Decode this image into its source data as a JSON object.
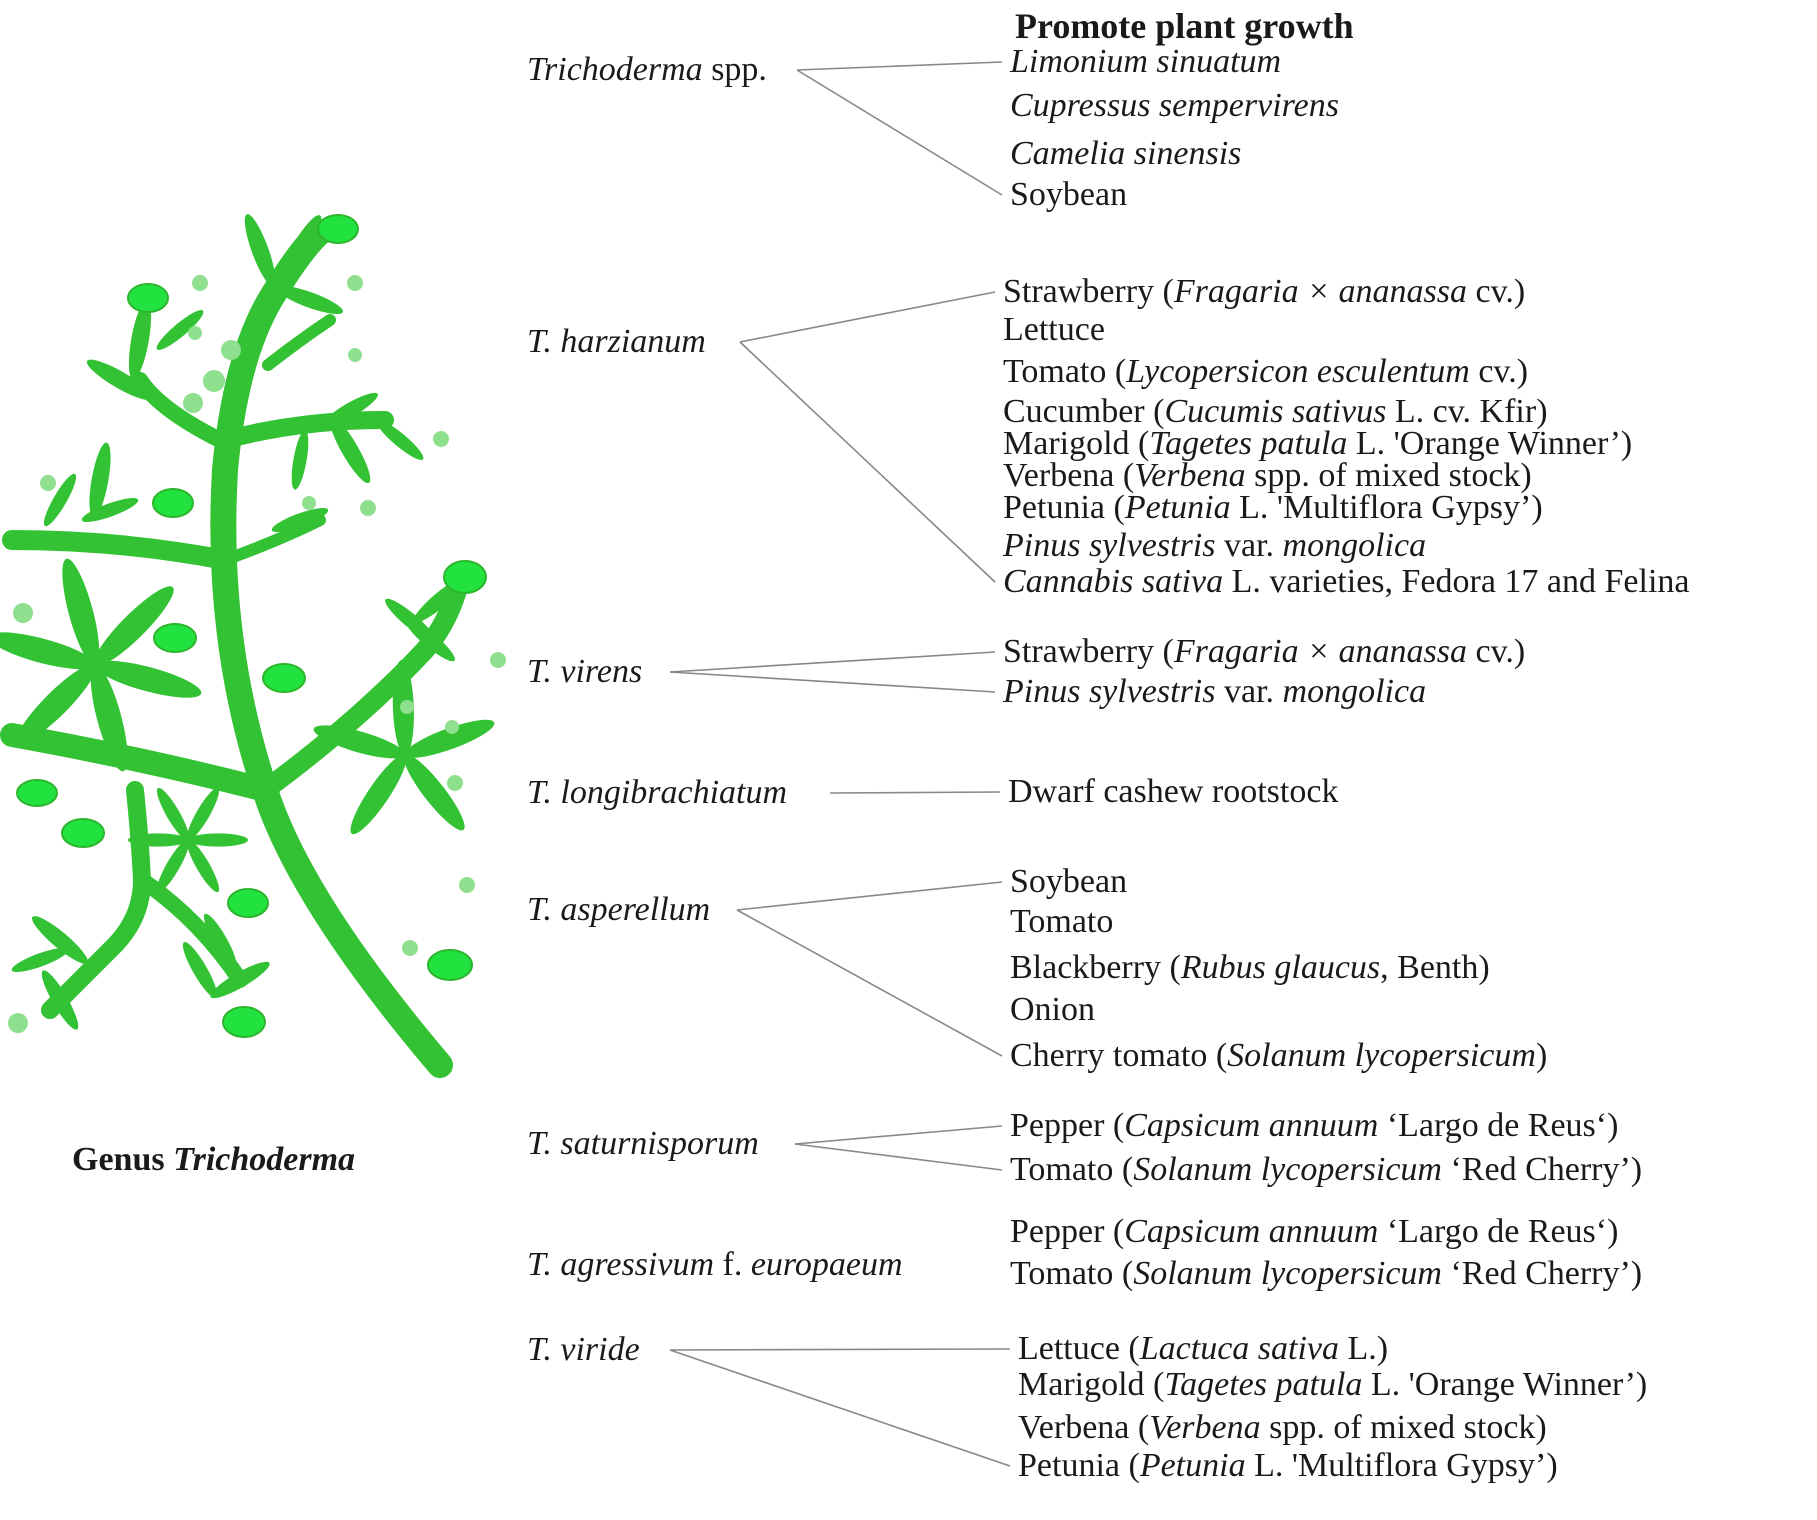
{
  "heading": "Promote plant growth",
  "genus_label": {
    "prefix": "Genus ",
    "italic": "Trichoderma"
  },
  "species": [
    {
      "name": "Trichoderma",
      "suffix": " spp.",
      "plants": [
        [
          [
            "i",
            "Limonium sinuatum"
          ]
        ],
        [
          [
            "i",
            "Cupressus sempervirens"
          ]
        ],
        [
          [
            "i",
            "Camelia sinensis"
          ]
        ],
        [
          [
            "t",
            "Soybean"
          ]
        ]
      ]
    },
    {
      "name": "T. harzianum",
      "suffix": "",
      "plants": [
        [
          [
            "t",
            "Strawberry ("
          ],
          [
            "i",
            "Fragaria × ananassa"
          ],
          [
            "t",
            " cv.)"
          ]
        ],
        [
          [
            "t",
            "Lettuce"
          ]
        ],
        [
          [
            "t",
            "Tomato ("
          ],
          [
            "i",
            "Lycopersicon esculentum"
          ],
          [
            "t",
            " cv.)"
          ]
        ],
        [
          [
            "t",
            "Cucumber ("
          ],
          [
            "i",
            "Cucumis sativus"
          ],
          [
            "t",
            " L. cv. Kfir)"
          ]
        ],
        [
          [
            "t",
            "Marigold ("
          ],
          [
            "i",
            "Tagetes patula"
          ],
          [
            "t",
            " L. 'Orange Winner’)"
          ]
        ],
        [
          [
            "t",
            "Verbena ("
          ],
          [
            "i",
            "Verbena"
          ],
          [
            "t",
            " spp. of mixed stock)"
          ]
        ],
        [
          [
            "t",
            "Petunia ("
          ],
          [
            "i",
            "Petunia"
          ],
          [
            "t",
            " L. 'Multiflora Gypsy’)"
          ]
        ],
        [
          [
            "i",
            "Pinus sylvestris"
          ],
          [
            "t",
            " var. "
          ],
          [
            "i",
            "mongolica"
          ]
        ],
        [
          [
            "i",
            "Cannabis sativa"
          ],
          [
            "t",
            " L. varieties, Fedora 17 and Felina"
          ]
        ]
      ]
    },
    {
      "name": "T. virens",
      "suffix": "",
      "plants": [
        [
          [
            "t",
            "Strawberry ("
          ],
          [
            "i",
            "Fragaria × ananassa"
          ],
          [
            "t",
            " cv.)"
          ]
        ],
        [
          [
            "i",
            "Pinus sylvestris"
          ],
          [
            "t",
            " var. "
          ],
          [
            "i",
            "mongolica"
          ]
        ]
      ]
    },
    {
      "name": "T. longibrachiatum",
      "suffix": "",
      "plants": [
        [
          [
            "t",
            "Dwarf cashew rootstock"
          ]
        ]
      ]
    },
    {
      "name": "T. asperellum",
      "suffix": "",
      "plants": [
        [
          [
            "t",
            "Soybean"
          ]
        ],
        [
          [
            "t",
            "Tomato"
          ]
        ],
        [
          [
            "t",
            "Blackberry ("
          ],
          [
            "i",
            "Rubus glaucus"
          ],
          [
            "t",
            ", Benth)"
          ]
        ],
        [
          [
            "t",
            "Onion"
          ]
        ],
        [
          [
            "t",
            "Cherry tomato ("
          ],
          [
            "i",
            "Solanum lycopersicum"
          ],
          [
            "t",
            ")"
          ]
        ]
      ]
    },
    {
      "name": "T. saturnisporum",
      "suffix": "",
      "plants": [
        [
          [
            "t",
            "Pepper ("
          ],
          [
            "i",
            "Capsicum annuum"
          ],
          [
            "t",
            " ‘Largo de Reus‘)"
          ]
        ],
        [
          [
            "t",
            "Tomato ("
          ],
          [
            "i",
            "Solanum lycopersicum"
          ],
          [
            "t",
            " ‘Red Cherry’)"
          ]
        ]
      ]
    },
    {
      "name": "T. agressivum",
      "suffix": " f. ",
      "suffix_italic": "europaeum",
      "plants": [
        [
          [
            "t",
            "Pepper ("
          ],
          [
            "i",
            "Capsicum annuum"
          ],
          [
            "t",
            " ‘Largo de Reus‘)"
          ]
        ],
        [
          [
            "t",
            "Tomato ("
          ],
          [
            "i",
            "Solanum lycopersicum"
          ],
          [
            "t",
            " ‘Red Cherry’)"
          ]
        ]
      ]
    },
    {
      "name": "T. viride",
      "suffix": "",
      "plants": [
        [
          [
            "t",
            "Lettuce ("
          ],
          [
            "i",
            "Lactuca sativa"
          ],
          [
            "t",
            " L.)"
          ]
        ],
        [
          [
            "t",
            "Marigold ("
          ],
          [
            "i",
            "Tagetes patula"
          ],
          [
            "t",
            " L. 'Orange Winner’)"
          ]
        ],
        [
          [
            "t",
            "Verbena ("
          ],
          [
            "i",
            "Verbena"
          ],
          [
            "t",
            " spp. of mixed stock)"
          ]
        ],
        [
          [
            "t",
            "Petunia ("
          ],
          [
            "i",
            "Petunia"
          ],
          [
            "t",
            " L. 'Multiflora Gypsy’)"
          ]
        ]
      ]
    }
  ],
  "colors": {
    "branch": "#33c233",
    "spore": "#22e23f",
    "spore_light": "#8ee08e",
    "line": "#888888",
    "text": "#1a1a1a"
  }
}
